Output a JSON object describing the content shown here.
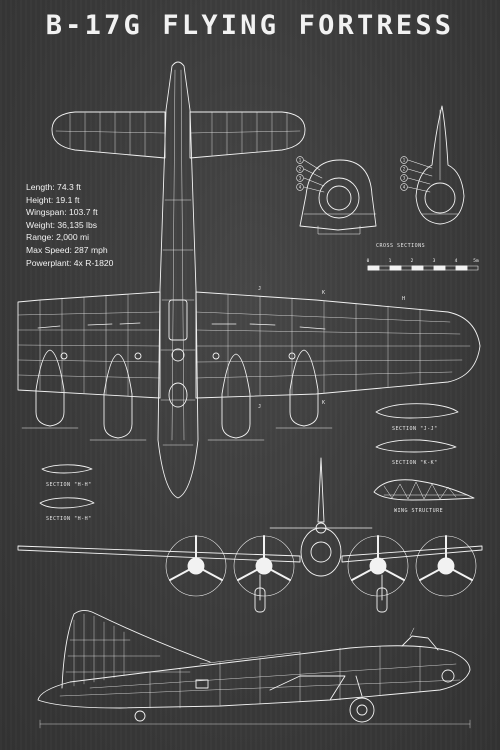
{
  "title": "B-17G FLYING FORTRESS",
  "specs": [
    "Length: 74.3 ft",
    "Height: 19.1 ft",
    "Wingspan: 103.7 ft",
    "Weight: 36,135 lbs",
    "Range: 2,000 mi",
    "Max Speed: 287 mph",
    "Powerplant: 4x R-1820"
  ],
  "labels": {
    "cross_sections": "CROSS SECTIONS",
    "scale_ticks": [
      "0",
      "1",
      "2",
      "3",
      "4",
      "5m"
    ],
    "section_jj": "SECTION \"J-J\"",
    "section_kk": "SECTION \"K-K\"",
    "section_hh_1": "SECTION \"H-H\"",
    "section_hh_2": "SECTION \"H-H\"",
    "wing_structure": "WING STRUCTURE",
    "cut_marks": [
      "J",
      "K",
      "H",
      "J",
      "K"
    ],
    "callouts": [
      "1",
      "2",
      "3",
      "4",
      "1",
      "2",
      "3",
      "4"
    ]
  },
  "colors": {
    "background": "#3c3c3c",
    "ink": "#f2f2f2"
  }
}
